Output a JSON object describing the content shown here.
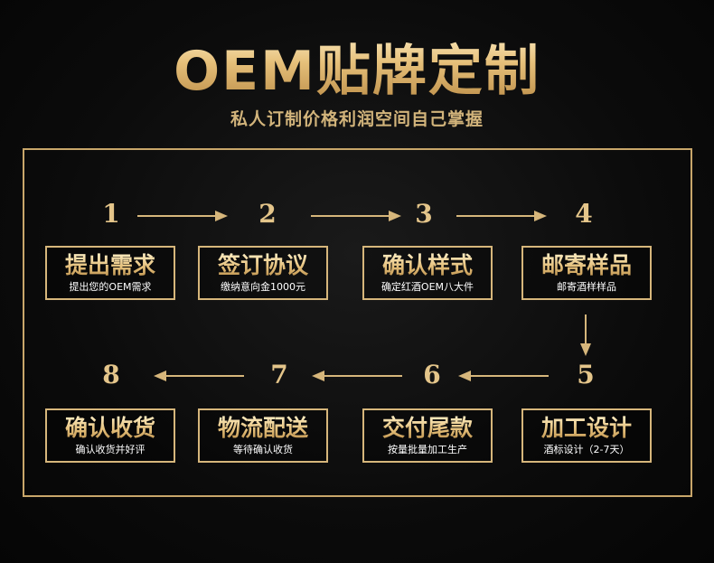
{
  "header": {
    "title": "OEM贴牌定制",
    "subtitle": "私人订制价格利润空间自己掌握"
  },
  "steps": [
    {
      "number": "1",
      "title": "提出需求",
      "desc": "提出您的OEM需求"
    },
    {
      "number": "2",
      "title": "签订协议",
      "desc": "缴纳意向金1000元"
    },
    {
      "number": "3",
      "title": "确认样式",
      "desc": "确定红酒OEM八大件"
    },
    {
      "number": "4",
      "title": "邮寄样品",
      "desc": "邮寄酒样样品"
    },
    {
      "number": "5",
      "title": "加工设计",
      "desc": "酒标设计（2-7天）"
    },
    {
      "number": "6",
      "title": "交付尾款",
      "desc": "按量批量加工生产"
    },
    {
      "number": "7",
      "title": "物流配送",
      "desc": "等待确认收货"
    },
    {
      "number": "8",
      "title": "确认收货",
      "desc": "确认收货并好评"
    }
  ],
  "colors": {
    "gold": "#d6b67b",
    "background": "#0b0b0b"
  }
}
